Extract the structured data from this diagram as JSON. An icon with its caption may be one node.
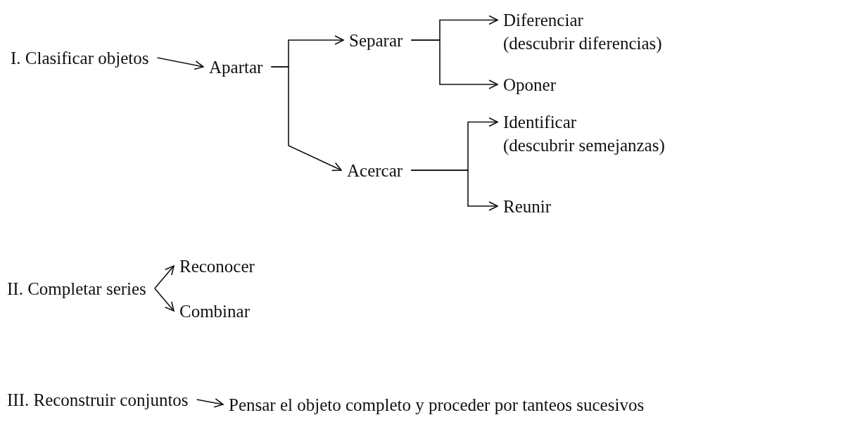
{
  "diagram": {
    "nodes": [
      {
        "text": [
          "I. Clasificar objetos"
        ]
      },
      {
        "text": [
          "Apartar"
        ]
      },
      {
        "text": [
          "Separar"
        ]
      },
      {
        "text": [
          "Acercar"
        ]
      },
      {
        "text": [
          "Diferenciar",
          "(descubrir diferencias)"
        ]
      },
      {
        "text": [
          "Oponer"
        ]
      },
      {
        "text": [
          "Identificar",
          "(descubrir semejanzas)"
        ]
      },
      {
        "text": [
          "Reunir"
        ]
      },
      {
        "text": [
          "II. Completar series"
        ]
      },
      {
        "text": [
          "Reconocer"
        ]
      },
      {
        "text": [
          "Combinar"
        ]
      },
      {
        "text": [
          "III. Reconstruir conjuntos"
        ]
      },
      {
        "text": [
          "Pensar el objeto completo y proceder por tanteos sucesivos"
        ]
      }
    ],
    "edges": [
      {
        "from": 0,
        "to": 1,
        "arrow": "to"
      },
      {
        "from": 1,
        "to": 2,
        "arrow": "to"
      },
      {
        "from": 1,
        "to": 3,
        "arrow": "to"
      },
      {
        "from": 2,
        "to": 4,
        "arrow": "to"
      },
      {
        "from": 2,
        "to": 5,
        "arrow": "to"
      },
      {
        "from": 3,
        "to": 6,
        "arrow": "to"
      },
      {
        "from": 3,
        "to": 7,
        "arrow": "to"
      },
      {
        "from": 8,
        "to": 9,
        "arrow": "to"
      },
      {
        "from": 8,
        "to": 10,
        "arrow": "to"
      },
      {
        "from": 11,
        "to": 12,
        "arrow": "to"
      }
    ]
  }
}
